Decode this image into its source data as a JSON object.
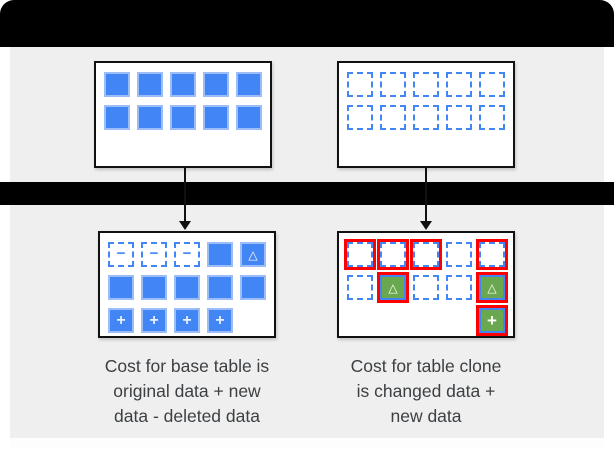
{
  "diagram": {
    "glyphs": {
      "minus": "−",
      "plus": "+",
      "delta": "△"
    },
    "colors": {
      "blue": "#4285F4",
      "blue_border": "#9DBDF9",
      "green": "#6AA84F",
      "red": "#FF0000",
      "panel": "#EFEFEF",
      "bar": "#000000",
      "text": "#3C4043"
    },
    "boxes": {
      "top_left": {
        "rows": [
          [
            "solid",
            "solid",
            "solid",
            "solid",
            "solid"
          ],
          [
            "solid",
            "solid",
            "solid",
            "solid",
            "solid"
          ]
        ]
      },
      "top_right": {
        "rows": [
          [
            "dashed",
            "dashed",
            "dashed",
            "dashed",
            "dashed"
          ],
          [
            "dashed",
            "dashed",
            "dashed",
            "dashed",
            "dashed"
          ]
        ]
      },
      "bottom_left": {
        "rows": [
          [
            "dashed-minus",
            "dashed-minus",
            "dashed-minus",
            "solid",
            "solid-delta"
          ],
          [
            "solid",
            "solid",
            "solid",
            "solid",
            "solid"
          ],
          [
            "solid-plus",
            "solid-plus",
            "solid-plus",
            "solid-plus",
            "empty"
          ]
        ]
      },
      "bottom_right": {
        "rows": [
          [
            "dashed:red",
            "dashed:red",
            "dashed:red",
            "dashed",
            "dashed:red"
          ],
          [
            "dashed",
            "green-delta:red",
            "dashed",
            "dashed",
            "green-delta:red"
          ],
          [
            "empty",
            "empty",
            "empty",
            "empty",
            "green-plus:red"
          ]
        ]
      }
    },
    "captions": {
      "left": {
        "lines": [
          "Cost for base table is",
          "original data + new",
          "data - deleted data"
        ]
      },
      "right": {
        "lines": [
          "Cost for table clone",
          "is changed data +",
          "new data"
        ]
      }
    }
  }
}
